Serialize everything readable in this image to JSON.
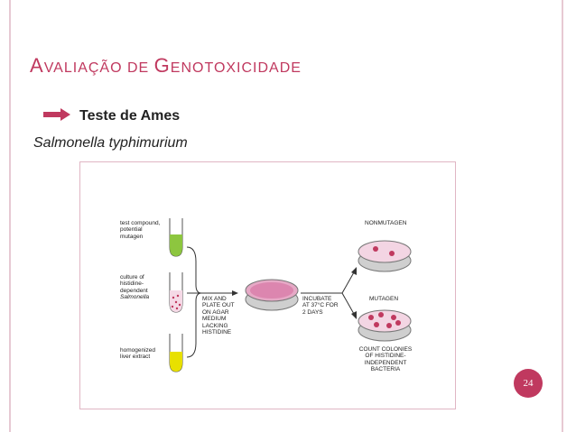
{
  "slide": {
    "title_parts": [
      "A",
      "VALIAÇÃO DE ",
      "G",
      "ENOTOXICIDADE"
    ],
    "bullet": "Teste de Ames",
    "subtitle": "Salmonella typhimurium",
    "page_number": "24"
  },
  "figure": {
    "tube1": [
      "test compound,",
      "potential",
      "mutagen"
    ],
    "tube2": [
      "culture of",
      "histidine-",
      "dependent",
      "Salmonella"
    ],
    "tube3": [
      "homogenized",
      "liver extract"
    ],
    "mix": [
      "MIX AND",
      "PLATE OUT",
      "ON AGAR",
      "MEDIUM",
      "LACKING",
      "HISTIDINE"
    ],
    "incubate": [
      "INCUBATE",
      "AT 37°C FOR",
      "2 DAYS"
    ],
    "nonmutagen": "NONMUTAGEN",
    "mutagen": "MUTAGEN",
    "count": [
      "COUNT COLONIES",
      "OF HISTIDINE-",
      "INDEPENDENT",
      "BACTERIA"
    ]
  },
  "colors": {
    "accent": "#c0395f",
    "tube_green": "#8dc63f",
    "tube_yellow": "#e8e000",
    "dish_pink": "#d46a9c"
  }
}
